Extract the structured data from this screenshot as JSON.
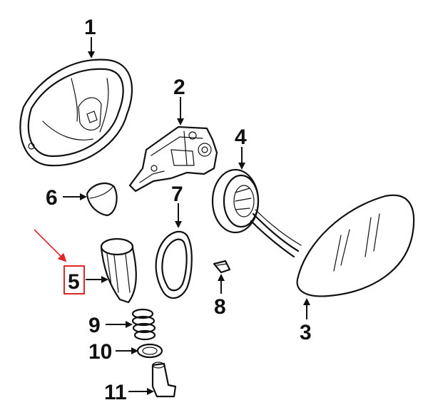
{
  "callouts": [
    {
      "id": "1",
      "label": "1"
    },
    {
      "id": "2",
      "label": "2"
    },
    {
      "id": "3",
      "label": "3"
    },
    {
      "id": "4",
      "label": "4"
    },
    {
      "id": "5",
      "label": "5"
    },
    {
      "id": "6",
      "label": "6"
    },
    {
      "id": "7",
      "label": "7"
    },
    {
      "id": "8",
      "label": "8"
    },
    {
      "id": "9",
      "label": "9"
    },
    {
      "id": "10",
      "label": "10"
    },
    {
      "id": "11",
      "label": "11"
    }
  ],
  "highlight": {
    "callout": "5",
    "box_color": "#e0262b",
    "pointer_color": "#e0262b"
  },
  "line_color": "#111111"
}
